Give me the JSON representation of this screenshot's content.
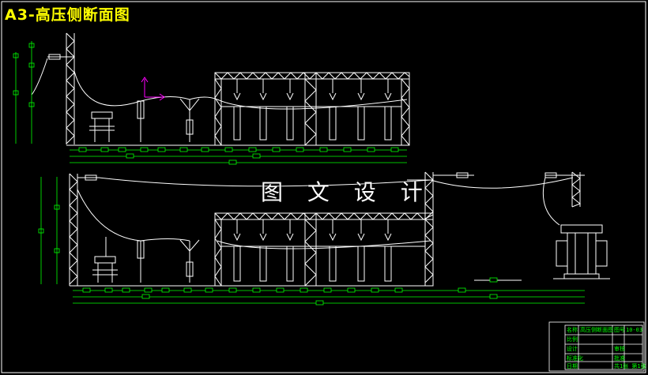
{
  "title": "A3-高压侧断面图",
  "watermark": "图 文 设 计",
  "title_block": {
    "name_label": "名称",
    "drawing_name": "高压侧断面图",
    "number_label": "图号",
    "number_value": "10-03",
    "scale_label": "比例",
    "designer_label": "设计",
    "review_label": "审核",
    "check_label": "审核",
    "standard_label": "标准化",
    "approve_label": "批准",
    "date_label": "日期",
    "sheet_label": "共1张 第1张"
  },
  "colors": {
    "background": "#000000",
    "structure": "#ffffff",
    "dimension": "#00ff00",
    "equipment": "#ff00ff",
    "title": "#ffff00"
  }
}
